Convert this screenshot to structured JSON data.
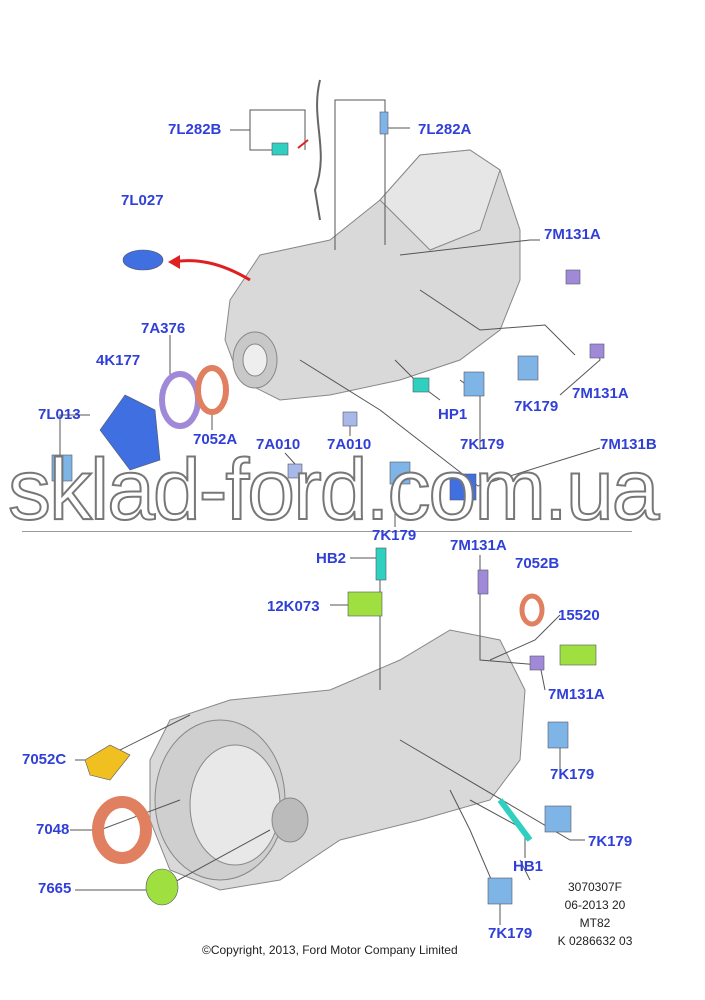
{
  "colors": {
    "label": "#2f3fd8",
    "housing": "#d8d8d8",
    "blue_part": "#3f6fe0",
    "light_blue": "#7fb5e6",
    "cyan": "#2fd0c0",
    "green": "#9fe040",
    "purple": "#a08ad8",
    "copper": "#e08060",
    "yellow": "#f0c020"
  },
  "top_labels": [
    "7L282B",
    "7L282A",
    "7L027",
    "7M131A",
    "7A376",
    "4K177",
    "7M131A",
    "HP1",
    "7K179",
    "7L013",
    "7052A",
    "7K179",
    "7A010",
    "7A010",
    "7K179",
    "7M131B"
  ],
  "bottom_labels": [
    "HB2",
    "7M131A",
    "7052B",
    "12K073",
    "15520",
    "7M131A",
    "7052C",
    "7K179",
    "7048",
    "7K179",
    "HB1",
    "7665",
    "7K179"
  ],
  "info_block": [
    "3070307F",
    "06-2013 20",
    "MT82",
    "K 0286632 03"
  ],
  "copyright": "©Copyright, 2013, Ford Motor Company Limited",
  "watermark": "sklad-ford.com.ua"
}
